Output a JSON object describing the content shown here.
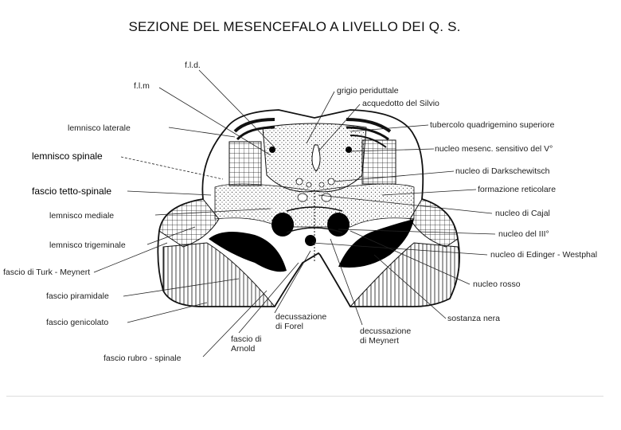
{
  "title": "SEZIONE DEL MESENCEFALO A LIVELLO DEI Q. S.",
  "labels": {
    "fld": "f.l.d.",
    "flm": "f.l.m",
    "grigio": "grigio periduttale",
    "acquedotto": "acquedotto del Silvio",
    "lemnisco_laterale": "lemnisco laterale",
    "tubercolo": "tubercolo quadrigemino superiore",
    "lemnisco_spinale": "lemnisco spinale",
    "nucleo_mesenc": "nucleo mesenc. sensitivo del V°",
    "nucleo_dark": "nucleo di Darkschewitsch",
    "fascio_tetto": "fascio tetto-spinale",
    "formazione": "formazione reticolare",
    "lemnisco_mediale": "lemnisco mediale",
    "nucleo_cajal": "nucleo di Cajal",
    "lemnisco_trig": "lemnisco trigeminale",
    "nucleo_iii": "nucleo del III°",
    "fascio_turk": "fascio di Turk - Meynert",
    "nucleo_edinger": "nucleo di Edinger - Westphal",
    "fascio_piramidale": "fascio piramidale",
    "nucleo_rosso": "nucleo rosso",
    "fascio_genicolato": "fascio genicolato",
    "decuss_forel": "decussazione\ndi Forel",
    "sostanza_nera": "sostanza nera",
    "fascio_arnold": "fascio di\nArnold",
    "decuss_meynert": "decussazione\ndi Meynert",
    "fascio_rubro": "fascio rubro - spinale"
  },
  "colors": {
    "ink": "#111111",
    "fill_black": "#000000",
    "stipple": "#777777"
  }
}
